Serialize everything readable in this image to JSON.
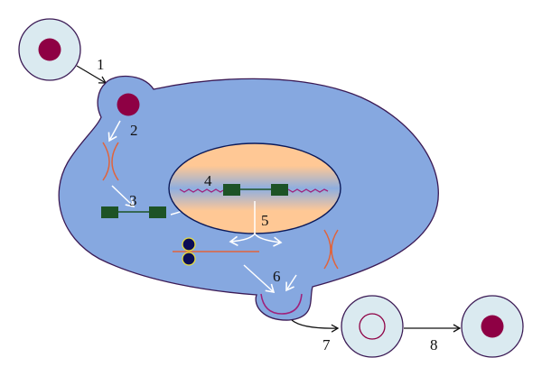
{
  "labels": {
    "l1": "1",
    "l2": "2",
    "l3": "3",
    "l4": "4",
    "l5": "5",
    "l6": "6",
    "l7": "7",
    "l8": "8"
  },
  "colors": {
    "cell_body": "#86a8e0",
    "outline": "#3b1a55",
    "nucleus_orange": "#ffc895",
    "nucleus_dot": "#8e0044",
    "small_cell": "#daeaf0",
    "gene_box": "#1d5326",
    "wavy": "#a0207a",
    "chromosome": "#e0643c",
    "ribosome": "#0b0d55",
    "ribosome_ring": "#e8de3a",
    "arrow_white": "#ffffff",
    "arrow_black": "#111111"
  }
}
